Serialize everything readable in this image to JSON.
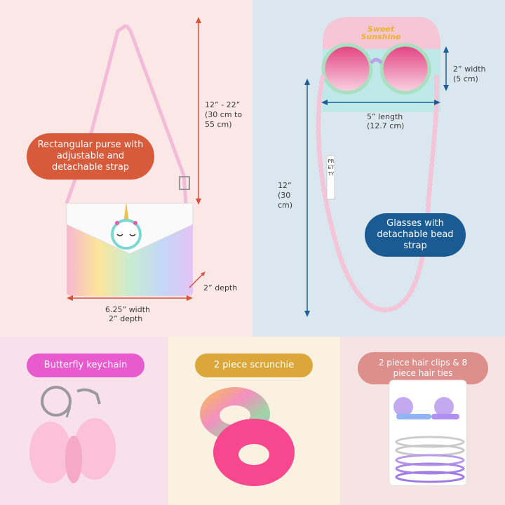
{
  "purse": {
    "callout": "Rectangular purse with adjustable and detachable strap",
    "strap_length": "12” - 22” (30 cm to 55 cm)",
    "depth": "2” depth",
    "width_line1": "6.25” width",
    "width_line2": "2” depth"
  },
  "glasses": {
    "callout": "Glasses with detachable bead strap",
    "strap_length": "12” (30 cm)",
    "width": "2” width (5 cm)",
    "length_line1": "5” length",
    "length_line2": "(12.7 cm)",
    "card_brand": "Sweet Sunshine",
    "bead_word": "PRETTY"
  },
  "keychain": {
    "label": "Butterfly keychain"
  },
  "scrunchie": {
    "label": "2 piece scrunchie"
  },
  "clips": {
    "label": "2 piece hair clips & 8 piece hair ties"
  },
  "colors": {
    "purse_callout": "#d75a3a",
    "glasses_callout": "#1a5b94",
    "keychain_pill": "#e85bcf",
    "scrunchie_pill": "#dba63a",
    "clips_pill": "#dd8f8c",
    "arrow": "#d9533a",
    "glasses_arrow": "#1e5e97"
  }
}
